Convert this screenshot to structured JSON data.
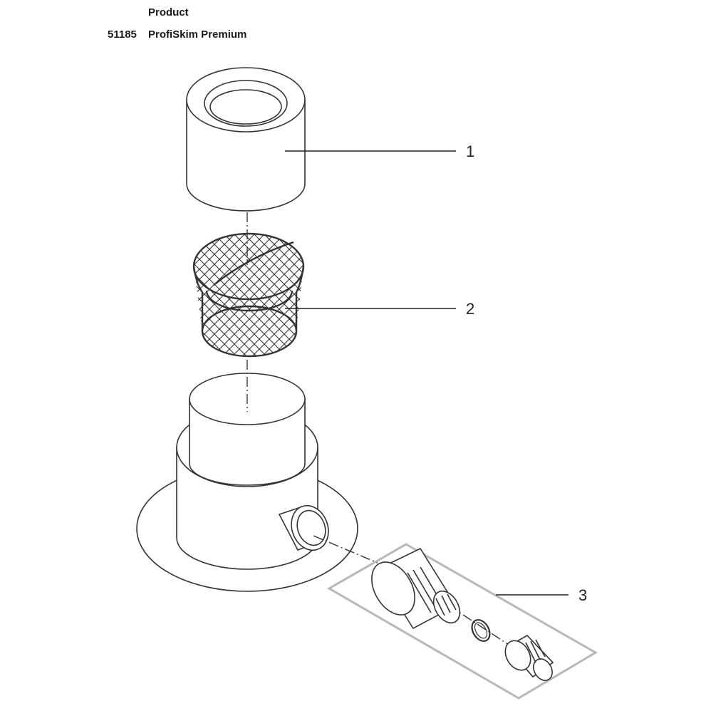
{
  "header": {
    "label": "Product",
    "item_number": "51185",
    "item_name": "ProfiSkim Premium"
  },
  "callouts": [
    {
      "number": "1",
      "part": "cylindrical filter sponge"
    },
    {
      "number": "2",
      "part": "mesh basket"
    },
    {
      "number": "3",
      "part": "connector set"
    }
  ],
  "colors": {
    "line": "#333333",
    "group_box": "#b8b8b8",
    "background": "#ffffff"
  }
}
